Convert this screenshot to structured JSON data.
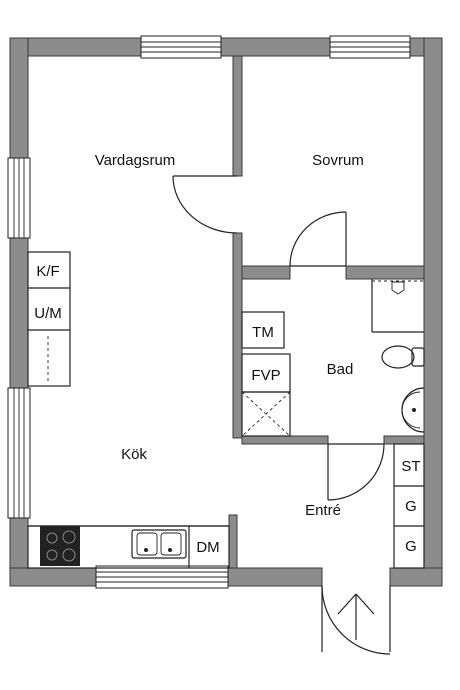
{
  "colors": {
    "wall": "#8c8c8c",
    "wall_outline": "#3a3a3a",
    "line": "#222222",
    "hob": "#222222",
    "background": "#ffffff"
  },
  "rooms": {
    "vardagsrum": "Vardagsrum",
    "sovrum": "Sovrum",
    "bad": "Bad",
    "kok": "Kök",
    "entre": "Entré"
  },
  "labels": {
    "kf": "K/F",
    "um": "U/M",
    "tm": "TM",
    "fvp": "FVP",
    "st": "ST",
    "g1": "G",
    "g2": "G",
    "dm": "DM"
  },
  "icons": {
    "entrance_arrow": "up-arrow-icon",
    "sink": "sink-icon",
    "hob": "stove-icon",
    "toilet": "toilet-icon"
  }
}
